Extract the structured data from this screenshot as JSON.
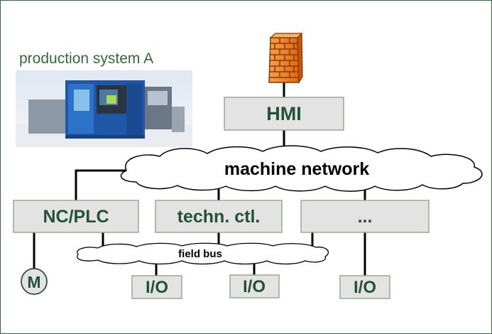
{
  "caption": "production system A",
  "nodes": {
    "hmi": "HMI",
    "nc_plc": "NC/PLC",
    "techn_ctl": "techn. ctl.",
    "other": "...",
    "motor": "M",
    "io_1": "I/O",
    "io_2": "I/O",
    "io_3": "I/O"
  },
  "networks": {
    "machine": "machine network",
    "field": "field bus"
  },
  "icons": {
    "firewall": "firewall-brick-wall",
    "machine_photo": "laser-cutting-machine-photo"
  },
  "colors": {
    "box_fill": "#e3e3e3",
    "box_border": "#9aa79a",
    "box_text": "#24513a",
    "frame": "#2f6b3a",
    "firewall": "#f07c1e"
  }
}
